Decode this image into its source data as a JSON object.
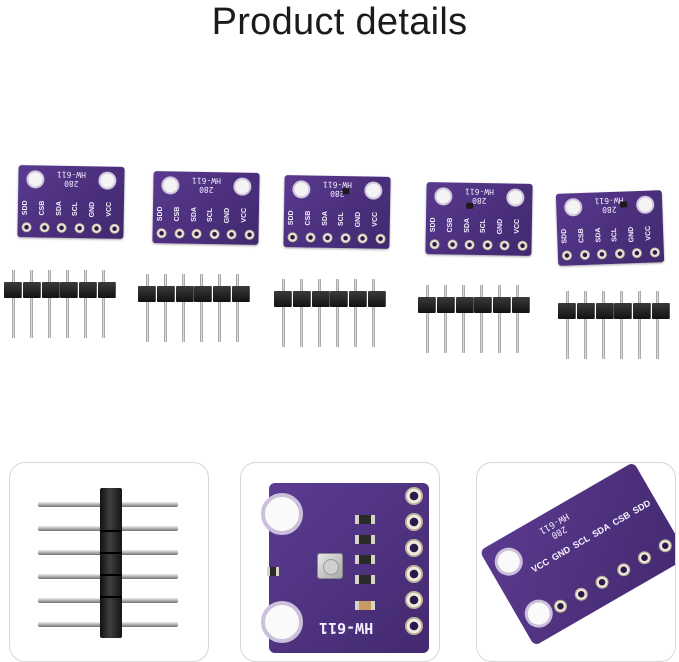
{
  "page": {
    "title": "Product details"
  },
  "board": {
    "model_line1": "280",
    "model_line2": "HW-611",
    "pins": [
      "SDD",
      "CSB",
      "SDA",
      "SCL",
      "GND",
      "VCC"
    ]
  },
  "closeup": {
    "model": "HW-611"
  },
  "angled": {
    "model_line1": "280",
    "model_line2": "HW-611",
    "pins": [
      "VCC",
      "GND",
      "SCL",
      "SDA",
      "CSB",
      "SDD"
    ]
  },
  "colors": {
    "pcb": "#4b2f7c",
    "header": "#121212",
    "pin": "#c8c8c8"
  }
}
